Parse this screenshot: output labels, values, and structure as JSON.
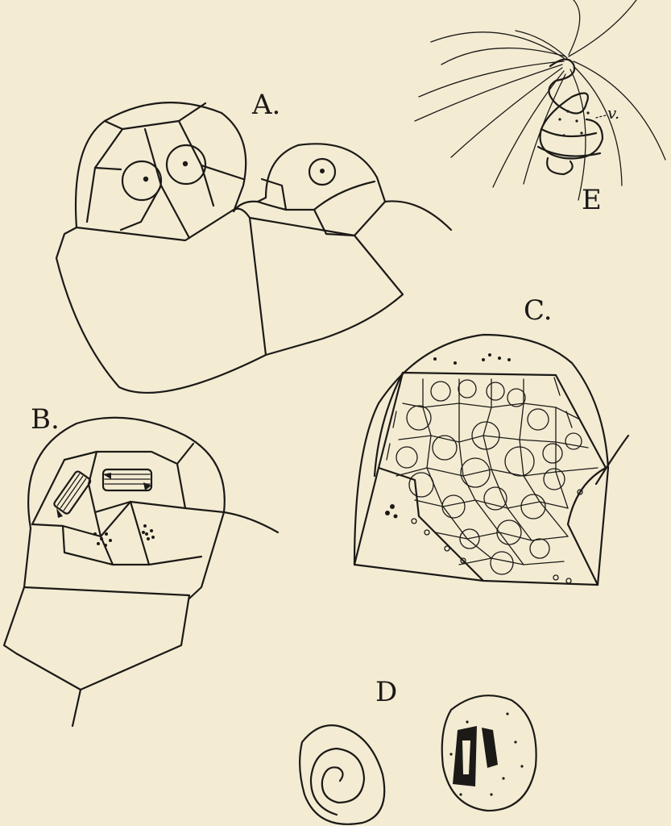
{
  "figure": {
    "labels": {
      "a": "A.",
      "b": "B.",
      "c": "C.",
      "d": "D",
      "e": "E",
      "v": "v."
    },
    "colors": {
      "paper": "#f3ecd3",
      "ink": "#1c1a17",
      "showthrough": "#e2d9bf"
    }
  }
}
